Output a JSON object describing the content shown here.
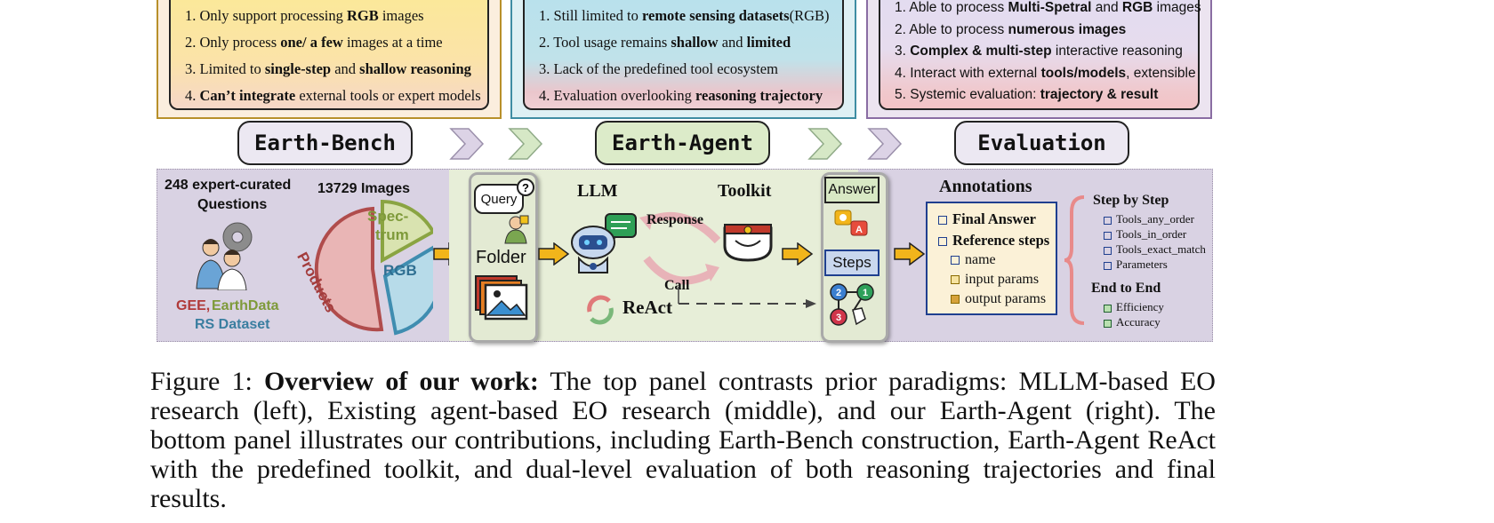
{
  "top": {
    "left": {
      "items": [
        {
          "num": "1. ",
          "parts": [
            {
              "t": "Only support processing ",
              "b": false
            },
            {
              "t": "RGB",
              "b": true
            },
            {
              "t": " images",
              "b": false
            }
          ]
        },
        {
          "num": "2. ",
          "parts": [
            {
              "t": "Only process ",
              "b": false
            },
            {
              "t": "one/ a few",
              "b": true
            },
            {
              "t": " images at a time",
              "b": false
            }
          ]
        },
        {
          "num": "3. ",
          "parts": [
            {
              "t": "Limited to ",
              "b": false
            },
            {
              "t": "single-step",
              "b": true
            },
            {
              "t": " and ",
              "b": false
            },
            {
              "t": "shallow reasoning",
              "b": true
            }
          ]
        },
        {
          "num": "4. ",
          "parts": [
            {
              "t": "Can’t integrate",
              "b": true
            },
            {
              "t": " external tools or expert models",
              "b": false
            }
          ]
        }
      ]
    },
    "middle": {
      "items": [
        {
          "num": "1. ",
          "parts": [
            {
              "t": "Still limited to ",
              "b": false
            },
            {
              "t": "remote sensing datasets",
              "b": true
            },
            {
              "t": "(RGB)",
              "b": false
            }
          ]
        },
        {
          "num": "2. ",
          "parts": [
            {
              "t": "Tool usage remains ",
              "b": false
            },
            {
              "t": "shallow",
              "b": true
            },
            {
              "t": " and ",
              "b": false
            },
            {
              "t": "limited",
              "b": true
            }
          ]
        },
        {
          "num": "3. ",
          "parts": [
            {
              "t": "Lack of the predefined tool ecosystem",
              "b": false
            }
          ]
        },
        {
          "num": "4. ",
          "parts": [
            {
              "t": "Evaluation  overlooking  ",
              "b": false
            },
            {
              "t": "reasoning trajectory",
              "b": true
            }
          ]
        }
      ]
    },
    "right": {
      "items": [
        {
          "num": "1. ",
          "parts": [
            {
              "t": "Able to process ",
              "b": false
            },
            {
              "t": "Multi-Spetral",
              "b": true
            },
            {
              "t": " and ",
              "b": false
            },
            {
              "t": "RGB",
              "b": true
            },
            {
              "t": " images",
              "b": false
            }
          ]
        },
        {
          "num": "2. ",
          "parts": [
            {
              "t": "Able to process ",
              "b": false
            },
            {
              "t": "numerous images",
              "b": true
            }
          ]
        },
        {
          "num": "3. ",
          "parts": [
            {
              "t": "Complex & multi-step",
              "b": true
            },
            {
              "t": " interactive reasoning",
              "b": false
            }
          ]
        },
        {
          "num": "4. ",
          "parts": [
            {
              "t": "Interact with external ",
              "b": false
            },
            {
              "t": "tools/models",
              "b": true
            },
            {
              "t": ", extensible",
              "b": false
            }
          ]
        },
        {
          "num": "5. ",
          "parts": [
            {
              "t": "Systemic evaluation: ",
              "b": false
            },
            {
              "t": "trajectory & result",
              "b": true
            }
          ]
        }
      ]
    }
  },
  "headers": {
    "earth_bench": "Earth-Bench",
    "earth_agent": "Earth-Agent",
    "evaluation": "Evaluation"
  },
  "bench": {
    "questions_count": "248 expert-curated",
    "questions_word": "Questions",
    "images_count": "13729 Images",
    "pie": {
      "spectrum_1": "Spec-",
      "spectrum_2": "trum",
      "products": "Products",
      "rgb": "RGB"
    },
    "src_gee": "GEE,",
    "src_earthdata": "EarthData",
    "src_rs": "RS Dataset",
    "colors": {
      "products": "#c26a6a",
      "spectrum": "#b4c27a",
      "rgb": "#5aa6c8"
    }
  },
  "agent": {
    "query": "Query",
    "folder": "Folder",
    "llm": "LLM",
    "toolkit": "Toolkit",
    "response": "Response",
    "call": "Call",
    "react": "ReAct",
    "answer": "Answer",
    "steps": "Steps",
    "step_numbers": [
      "1",
      "2",
      "3"
    ]
  },
  "evaluation": {
    "annotations_title": "Annotations",
    "final_answer": "Final Answer",
    "reference_steps": "Reference steps",
    "sub": [
      "name",
      "input params",
      "output params"
    ],
    "step_by_step_title": "Step by Step",
    "step_items": [
      "Tools_any_order",
      "Tools_in_order",
      "Tools_exact_match",
      "Parameters"
    ],
    "end_to_end_title": "End to End",
    "end_items": [
      "Efficiency",
      "Accuracy"
    ]
  },
  "caption": {
    "prefix": "Figure 1: ",
    "bold": "Overview of our work:",
    "text": " The top panel contrasts prior paradigms: MLLM-based EO research (left), Existing agent-based EO research (middle), and our Earth-Agent (right). The bottom panel illustrates our contributions, including Earth-Bench construction, Earth-Agent ReAct with the predefined toolkit, and dual-level evaluation of both reasoning trajectories and final results."
  }
}
